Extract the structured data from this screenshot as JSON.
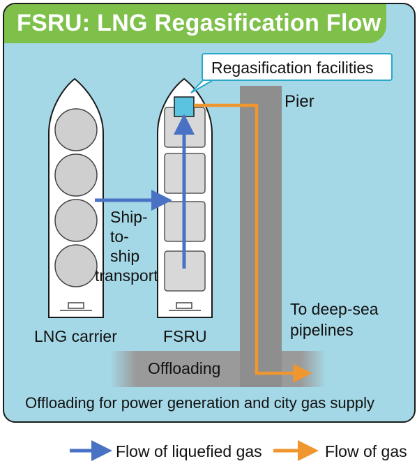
{
  "title": "FSRU: LNG Regasification Flow",
  "callout": "Regasification facilities",
  "labels": {
    "pier": "Pier",
    "lng_carrier": "LNG carrier",
    "fsru": "FSRU",
    "ship_to_ship": [
      "Ship-",
      "to-",
      "ship",
      "transport"
    ],
    "deep_sea": [
      "To deep-sea",
      "pipelines"
    ],
    "offloading": "Offloading",
    "offloading_caption": "Offloading for power generation and city gas supply"
  },
  "legend": {
    "liquefied": "Flow of liquefied gas",
    "gas": "Flow of gas"
  },
  "colors": {
    "frame_bg": "#a5d8e6",
    "title_bg": "#7ec04a",
    "liquefied_arrow": "#4a72c4",
    "gas_arrow": "#f0962e",
    "pier": "#8e8e8e",
    "facility_box": "#5bc3e0"
  }
}
